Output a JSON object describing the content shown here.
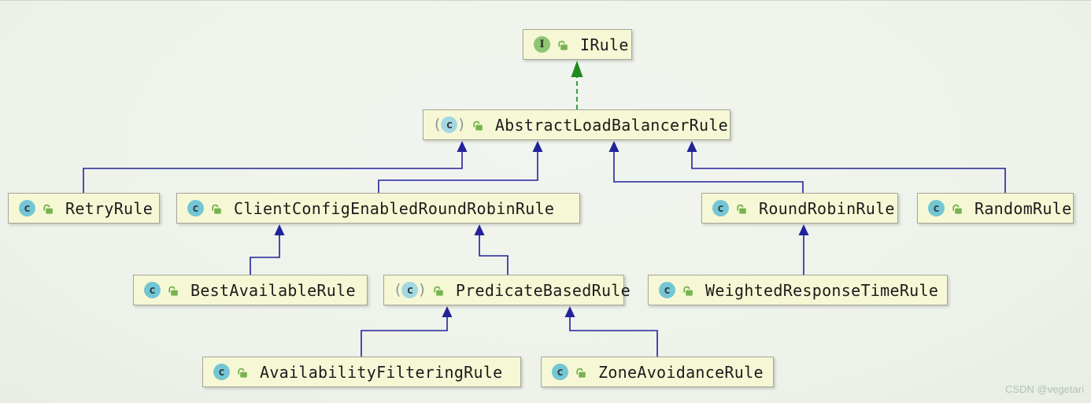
{
  "watermark": "CSDN @vegetari",
  "icons": {
    "class_letter": "c",
    "interface_letter": "I",
    "paren_open": "(",
    "paren_close": ")",
    "lock": "open-padlock"
  },
  "colors": {
    "background": "#edf2ea",
    "node_fill": "#f6f8d5",
    "node_border": "#a6a69c",
    "extends_arrow": "#22229a",
    "implements_arrow": "#1f8a1f",
    "class_icon_fill": "#74c6d4",
    "abstract_icon_fill": "#a3d8e2",
    "interface_icon_fill": "#8fc573",
    "lock_color": "#77b34f",
    "label_color": "#1b1b1b",
    "watermark_color": "#b4c2b4"
  },
  "nodes": {
    "irule": {
      "label": "IRule",
      "kind": "interface"
    },
    "abstract_load_balancer_rule": {
      "label": "AbstractLoadBalancerRule",
      "kind": "abstract class"
    },
    "retry_rule": {
      "label": "RetryRule",
      "kind": "class"
    },
    "client_config_enabled_round_robin_rule": {
      "label": "ClientConfigEnabledRoundRobinRule",
      "kind": "class"
    },
    "round_robin_rule": {
      "label": "RoundRobinRule",
      "kind": "class"
    },
    "random_rule": {
      "label": "RandomRule",
      "kind": "class"
    },
    "best_available_rule": {
      "label": "BestAvailableRule",
      "kind": "class"
    },
    "predicate_based_rule": {
      "label": "PredicateBasedRule",
      "kind": "abstract class"
    },
    "weighted_response_time_rule": {
      "label": "WeightedResponseTimeRule",
      "kind": "class"
    },
    "availability_filtering_rule": {
      "label": "AvailabilityFilteringRule",
      "kind": "class"
    },
    "zone_avoidance_rule": {
      "label": "ZoneAvoidanceRule",
      "kind": "class"
    }
  },
  "relationships": [
    {
      "from": "AbstractLoadBalancerRule",
      "to": "IRule",
      "type": "implements"
    },
    {
      "from": "RetryRule",
      "to": "AbstractLoadBalancerRule",
      "type": "extends"
    },
    {
      "from": "ClientConfigEnabledRoundRobinRule",
      "to": "AbstractLoadBalancerRule",
      "type": "extends"
    },
    {
      "from": "RoundRobinRule",
      "to": "AbstractLoadBalancerRule",
      "type": "extends"
    },
    {
      "from": "RandomRule",
      "to": "AbstractLoadBalancerRule",
      "type": "extends"
    },
    {
      "from": "BestAvailableRule",
      "to": "ClientConfigEnabledRoundRobinRule",
      "type": "extends"
    },
    {
      "from": "PredicateBasedRule",
      "to": "ClientConfigEnabledRoundRobinRule",
      "type": "extends"
    },
    {
      "from": "WeightedResponseTimeRule",
      "to": "RoundRobinRule",
      "type": "extends"
    },
    {
      "from": "AvailabilityFilteringRule",
      "to": "PredicateBasedRule",
      "type": "extends"
    },
    {
      "from": "ZoneAvoidanceRule",
      "to": "PredicateBasedRule",
      "type": "extends"
    }
  ]
}
